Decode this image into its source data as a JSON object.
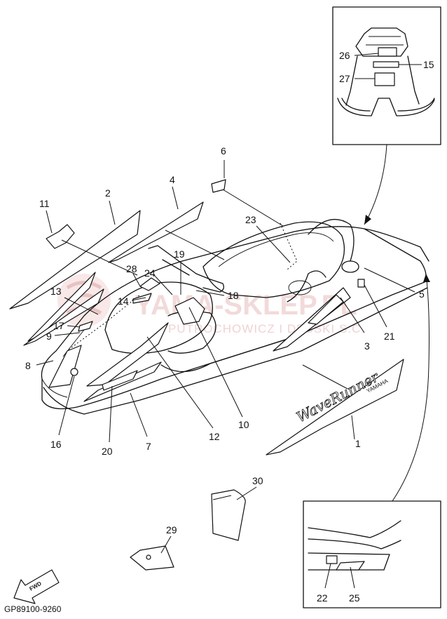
{
  "diagram": {
    "part_code": "GP89100-9260",
    "fwd_label": "FWD",
    "brand_graphic_text": "WaveRunner",
    "maker_text": "YAMAHA",
    "watermark_main": "YAMA-SKLEP.PL",
    "watermark_sub": "PUTROCHOWICZ I DĘBSKI S.C.",
    "callouts": [
      {
        "label": "1"
      },
      {
        "label": "2"
      },
      {
        "label": "3"
      },
      {
        "label": "4"
      },
      {
        "label": "5"
      },
      {
        "label": "6"
      },
      {
        "label": "7"
      },
      {
        "label": "8"
      },
      {
        "label": "9"
      },
      {
        "label": "10"
      },
      {
        "label": "11"
      },
      {
        "label": "12"
      },
      {
        "label": "13"
      },
      {
        "label": "14"
      },
      {
        "label": "15"
      },
      {
        "label": "16"
      },
      {
        "label": "17"
      },
      {
        "label": "18"
      },
      {
        "label": "19"
      },
      {
        "label": "20"
      },
      {
        "label": "21"
      },
      {
        "label": "22"
      },
      {
        "label": "23"
      },
      {
        "label": "24"
      },
      {
        "label": "25"
      },
      {
        "label": "26"
      },
      {
        "label": "27"
      },
      {
        "label": "28"
      },
      {
        "label": "29"
      },
      {
        "label": "30"
      }
    ]
  }
}
